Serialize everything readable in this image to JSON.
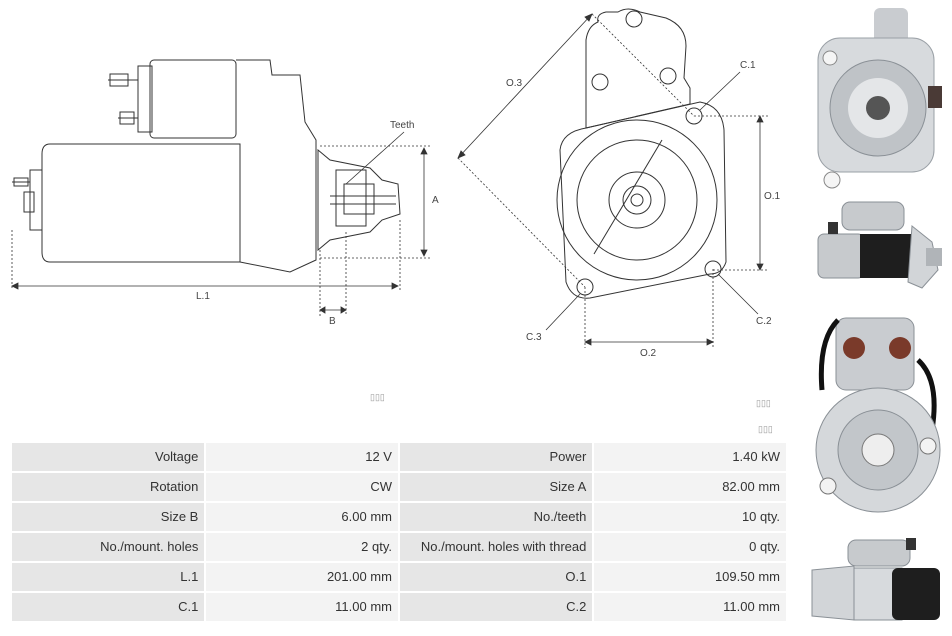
{
  "drawing": {
    "side_labels": {
      "teeth": "Teeth",
      "a": "A",
      "l1": "L.1",
      "b": "B"
    },
    "front_labels": {
      "o3": "O.3",
      "c1": "C.1",
      "o1": "O.1",
      "c2": "C.2",
      "c3": "C.3",
      "o2": "O.2"
    }
  },
  "specs": {
    "rows": [
      {
        "k1": "Voltage",
        "v1": "12 V",
        "k2": "Power",
        "v2": "1.40 kW"
      },
      {
        "k1": "Rotation",
        "v1": "CW",
        "k2": "Size A",
        "v2": "82.00 mm"
      },
      {
        "k1": "Size B",
        "v1": "6.00 mm",
        "k2": "No./teeth",
        "v2": "10 qty."
      },
      {
        "k1": "No./mount. holes",
        "v1": "2 qty.",
        "k2": "No./mount. holes with thread",
        "v2": "0 qty."
      },
      {
        "k1": "L.1",
        "v1": "201.00 mm",
        "k2": "O.1",
        "v2": "109.50 mm"
      },
      {
        "k1": "C.1",
        "v1": "11.00 mm",
        "k2": "C.2",
        "v2": "11.00 mm"
      }
    ]
  },
  "photos": [
    {
      "icon": "starter-front-view-photo"
    },
    {
      "icon": "starter-side-view-photo"
    },
    {
      "icon": "starter-rear-terminal-photo"
    },
    {
      "icon": "starter-angled-view-photo"
    }
  ]
}
